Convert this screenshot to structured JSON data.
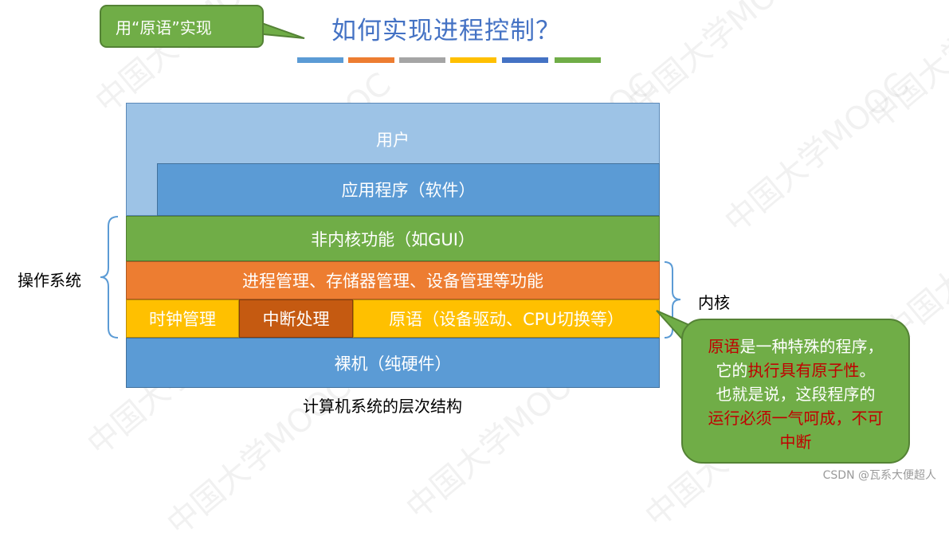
{
  "header": {
    "callout_text": "用“原语”实现",
    "title": "如何实现进程控制？",
    "underline_colors": [
      "#5b9bd5",
      "#ed7d31",
      "#a5a5a5",
      "#ffc000",
      "#4472c4",
      "#70ad47"
    ]
  },
  "diagram": {
    "user": "用户",
    "application": "应用程序（软件）",
    "non_kernel": "非内核功能（如GUI）",
    "management": "进程管理、存储器管理、设备管理等功能",
    "clock": "时钟管理",
    "interrupt": "中断处理",
    "primitive": "原语（设备驱动、CPU切换等）",
    "bare_machine": "裸机（纯硬件）",
    "os_label": "操作系统",
    "kernel_label": "内核",
    "caption": "计算机系统的层次结构"
  },
  "note": {
    "p1_red": "原语",
    "p1_rest": "是一种特殊的程序，",
    "p2_start": "它的",
    "p2_red": "执行具有原子性",
    "p2_end": "。",
    "p3": "也就是说，这段程序的",
    "p4_red": "运行必须一气呵成，不可中断"
  },
  "watermark_text": "中国大学MOOC",
  "footer": "CSDN @瓦系大便超人"
}
